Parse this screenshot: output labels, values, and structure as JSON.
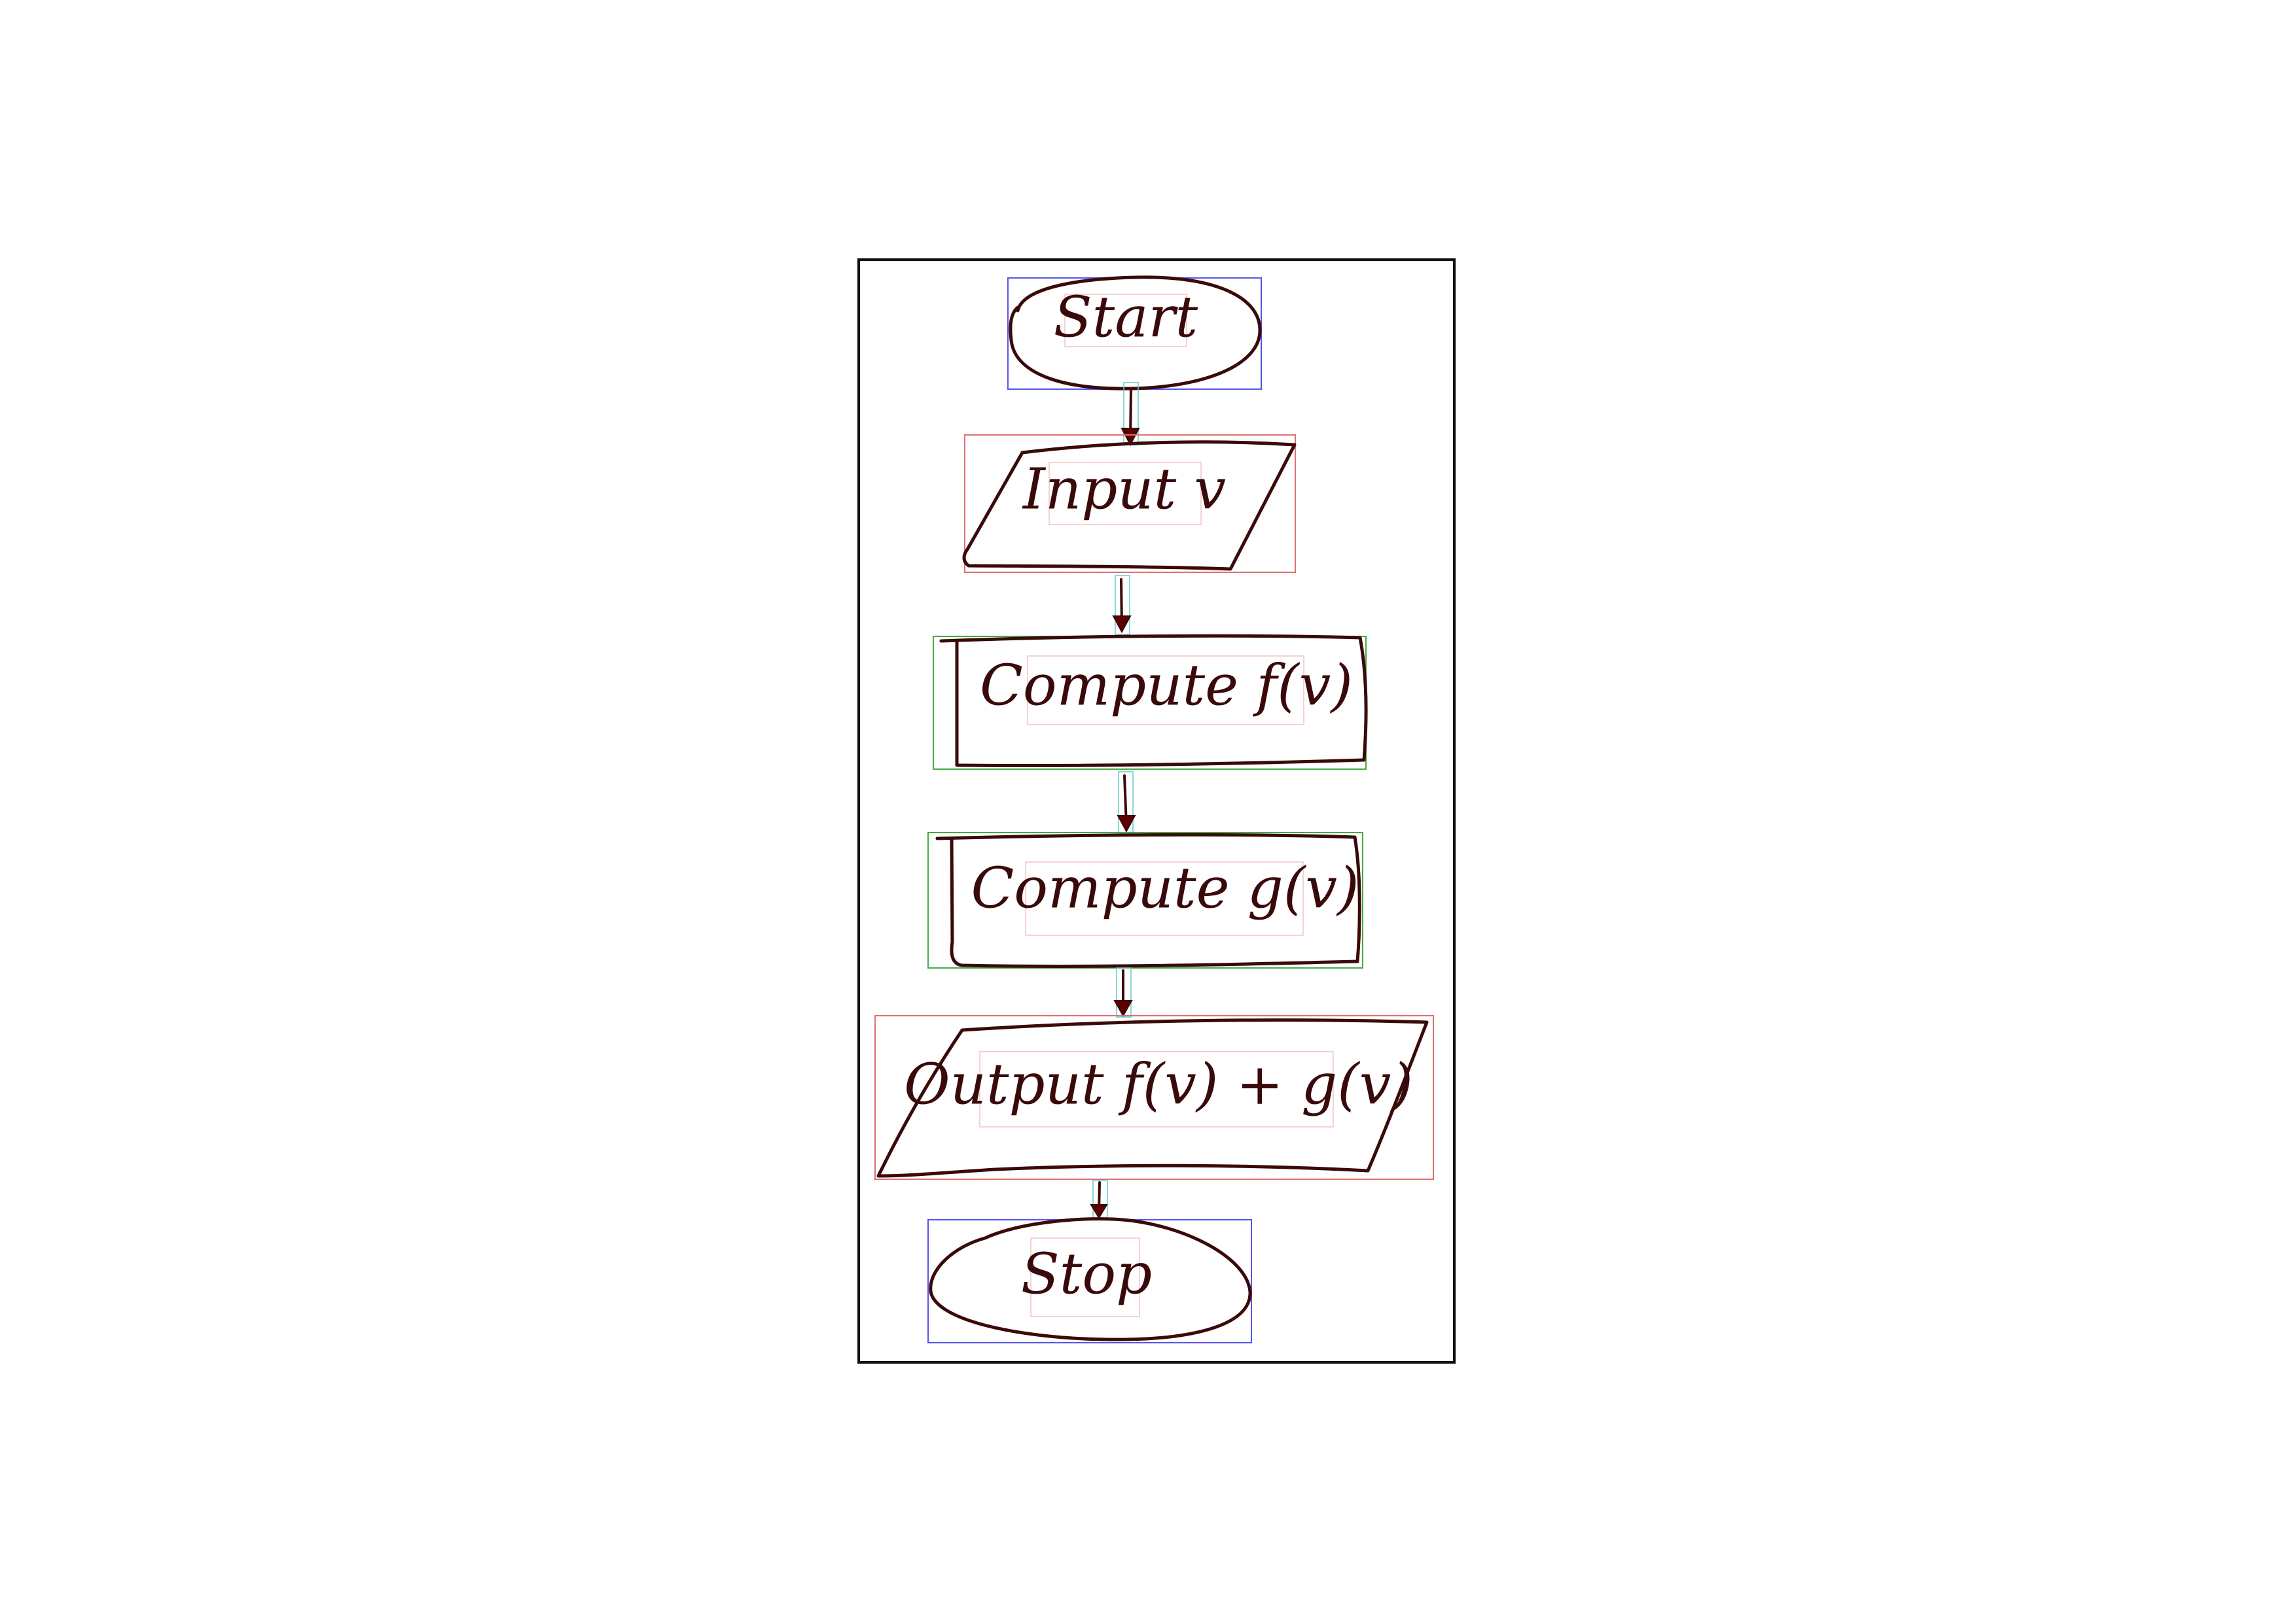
{
  "diagram": {
    "type": "flowchart",
    "nodes": [
      {
        "id": "start",
        "shape": "terminator",
        "label": "Start"
      },
      {
        "id": "input",
        "shape": "io",
        "label": "Input v"
      },
      {
        "id": "compute_f",
        "shape": "process",
        "label": "Compute f(v)"
      },
      {
        "id": "compute_g",
        "shape": "process",
        "label": "Compute g(v)"
      },
      {
        "id": "output",
        "shape": "io",
        "label": "Output f(v) + g(v)"
      },
      {
        "id": "stop",
        "shape": "terminator",
        "label": "Stop"
      }
    ],
    "edges": [
      {
        "from": "start",
        "to": "input"
      },
      {
        "from": "input",
        "to": "compute_f"
      },
      {
        "from": "compute_f",
        "to": "compute_g"
      },
      {
        "from": "compute_g",
        "to": "output"
      },
      {
        "from": "output",
        "to": "stop"
      }
    ]
  },
  "colors": {
    "ink": "#3a0a0a",
    "terminator_box": "#5555ee",
    "io_box": "#e07070",
    "process_box": "#44aa44",
    "frame": "#111111"
  }
}
